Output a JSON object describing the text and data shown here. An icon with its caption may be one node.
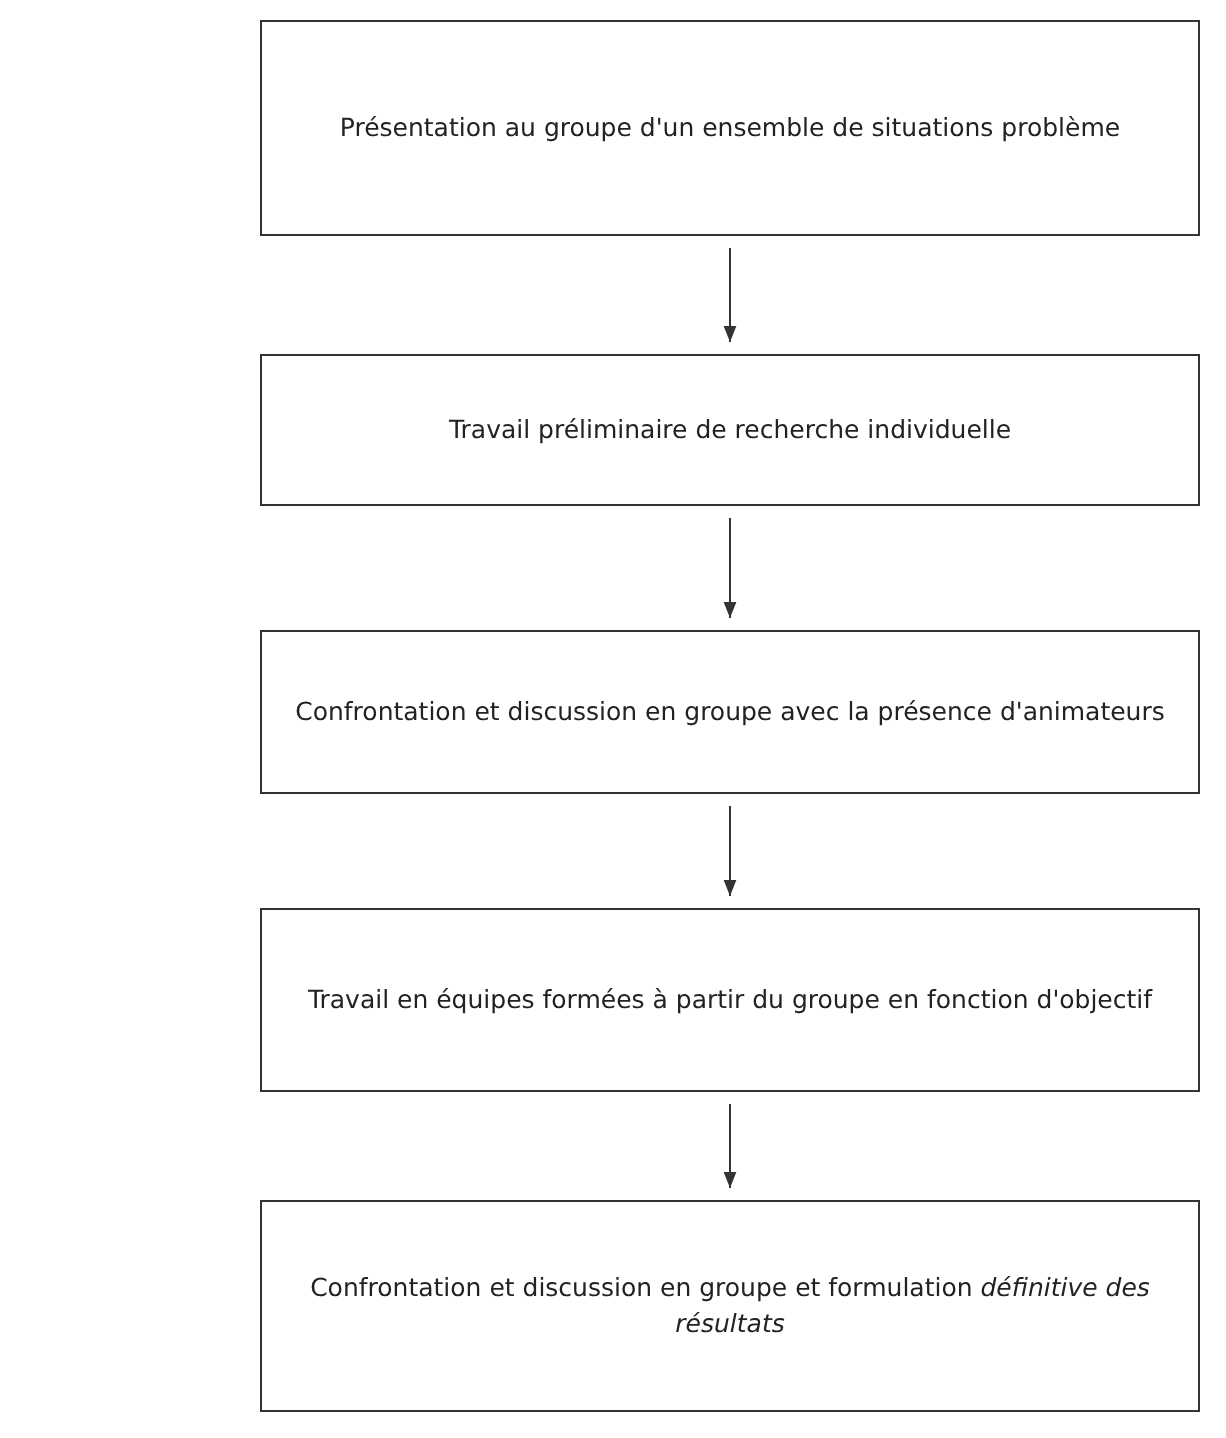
{
  "diagram": {
    "nodes": [
      {
        "text": [
          "Présentation au groupe d'un ensemble de situations problème"
        ]
      },
      {
        "text": [
          "Travail préliminaire de recherche individuelle"
        ]
      },
      {
        "text": [
          "Confrontation et discussion en groupe avec la présence d'animateurs"
        ]
      },
      {
        "text": [
          "Travail en équipes formées à partir du groupe en fonction d'objectif"
        ]
      },
      {
        "text": [
          "Confrontation et discussion en groupe et formulation *définitive des résultats*"
        ]
      }
    ],
    "edges": [
      {
        "from": 0,
        "to": 1,
        "arrow": "to"
      },
      {
        "from": 1,
        "to": 2,
        "arrow": "to"
      },
      {
        "from": 2,
        "to": 3,
        "arrow": "to"
      },
      {
        "from": 3,
        "to": 4,
        "arrow": "to"
      }
    ]
  }
}
